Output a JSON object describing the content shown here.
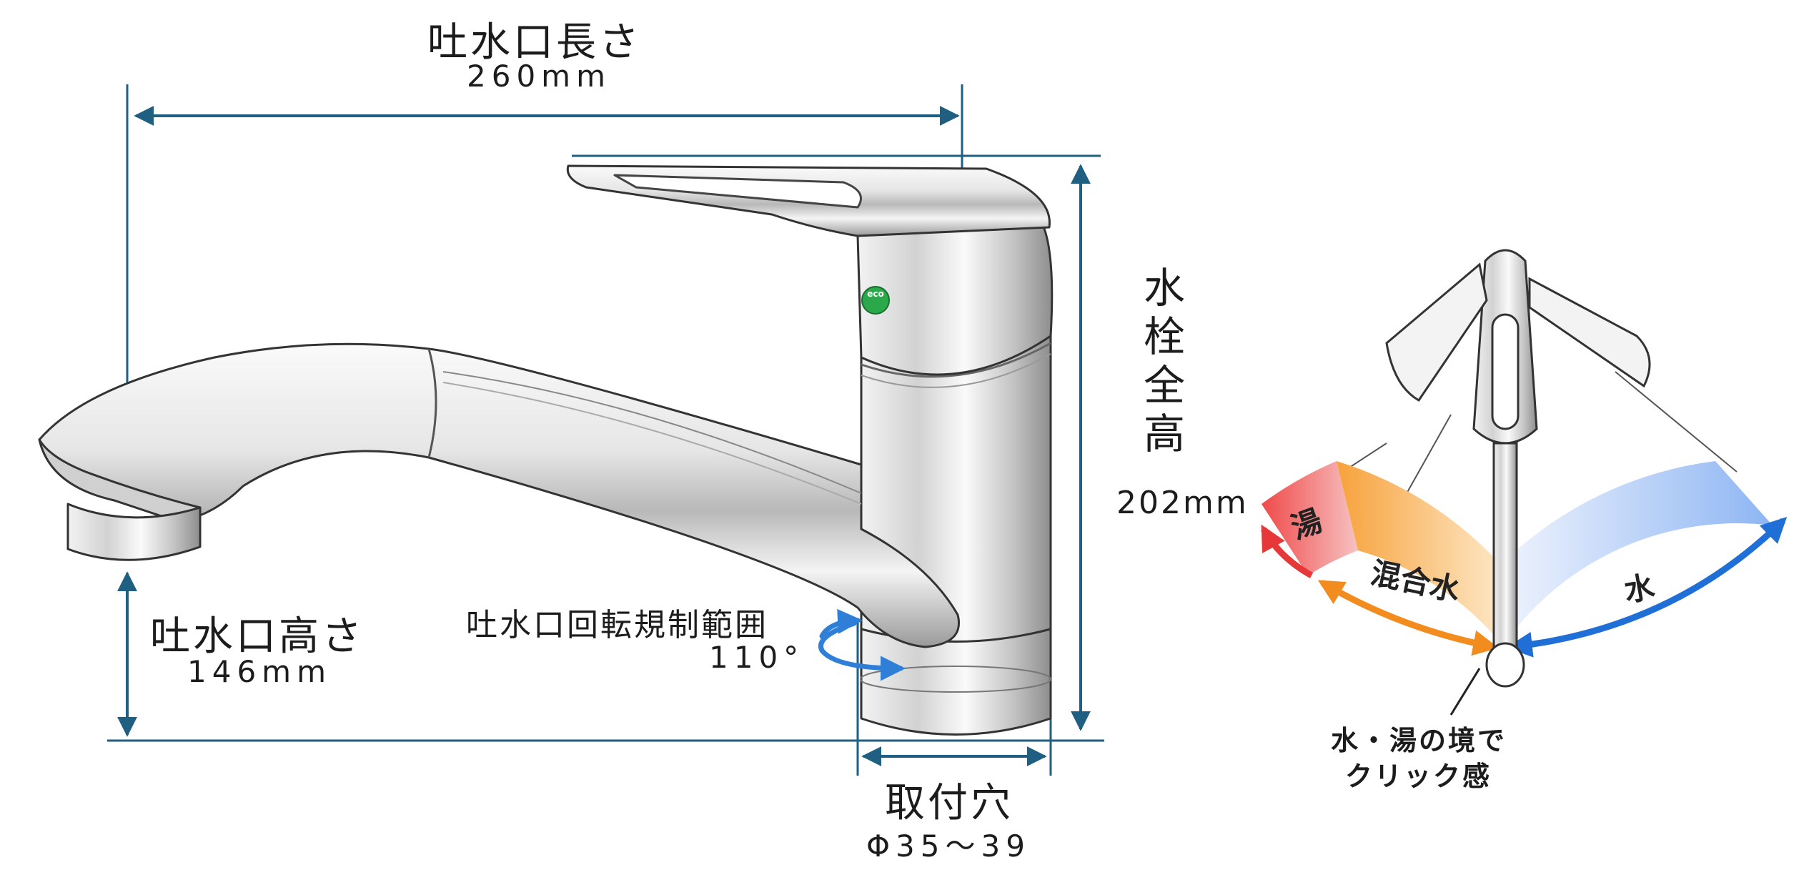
{
  "dimensions": {
    "spout_length": {
      "label": "吐水口長さ",
      "value": "260mm"
    },
    "spout_height": {
      "label": "吐水口高さ",
      "value": "146mm"
    },
    "total_height": {
      "label": "水栓全高",
      "value": "202mm"
    },
    "rotation_limit": {
      "label": "吐水口回転規制範囲",
      "value": "110°"
    },
    "mounting_hole": {
      "label": "取付穴",
      "value": "Φ35～39"
    }
  },
  "product": {
    "eco_badge": "eco"
  },
  "lever_diagram": {
    "zones": {
      "hot": "湯",
      "mixed": "混合水",
      "cold": "水"
    },
    "note_line1": "水・湯の境で",
    "note_line2": "クリック感"
  },
  "colors": {
    "dimension_line": "#1f5f82",
    "hot": "#e63838",
    "mixed": "#f28c1e",
    "cold": "#1f6fd6",
    "rotation_arrow": "#2f7fd8",
    "eco_green": "#2aa84a"
  }
}
